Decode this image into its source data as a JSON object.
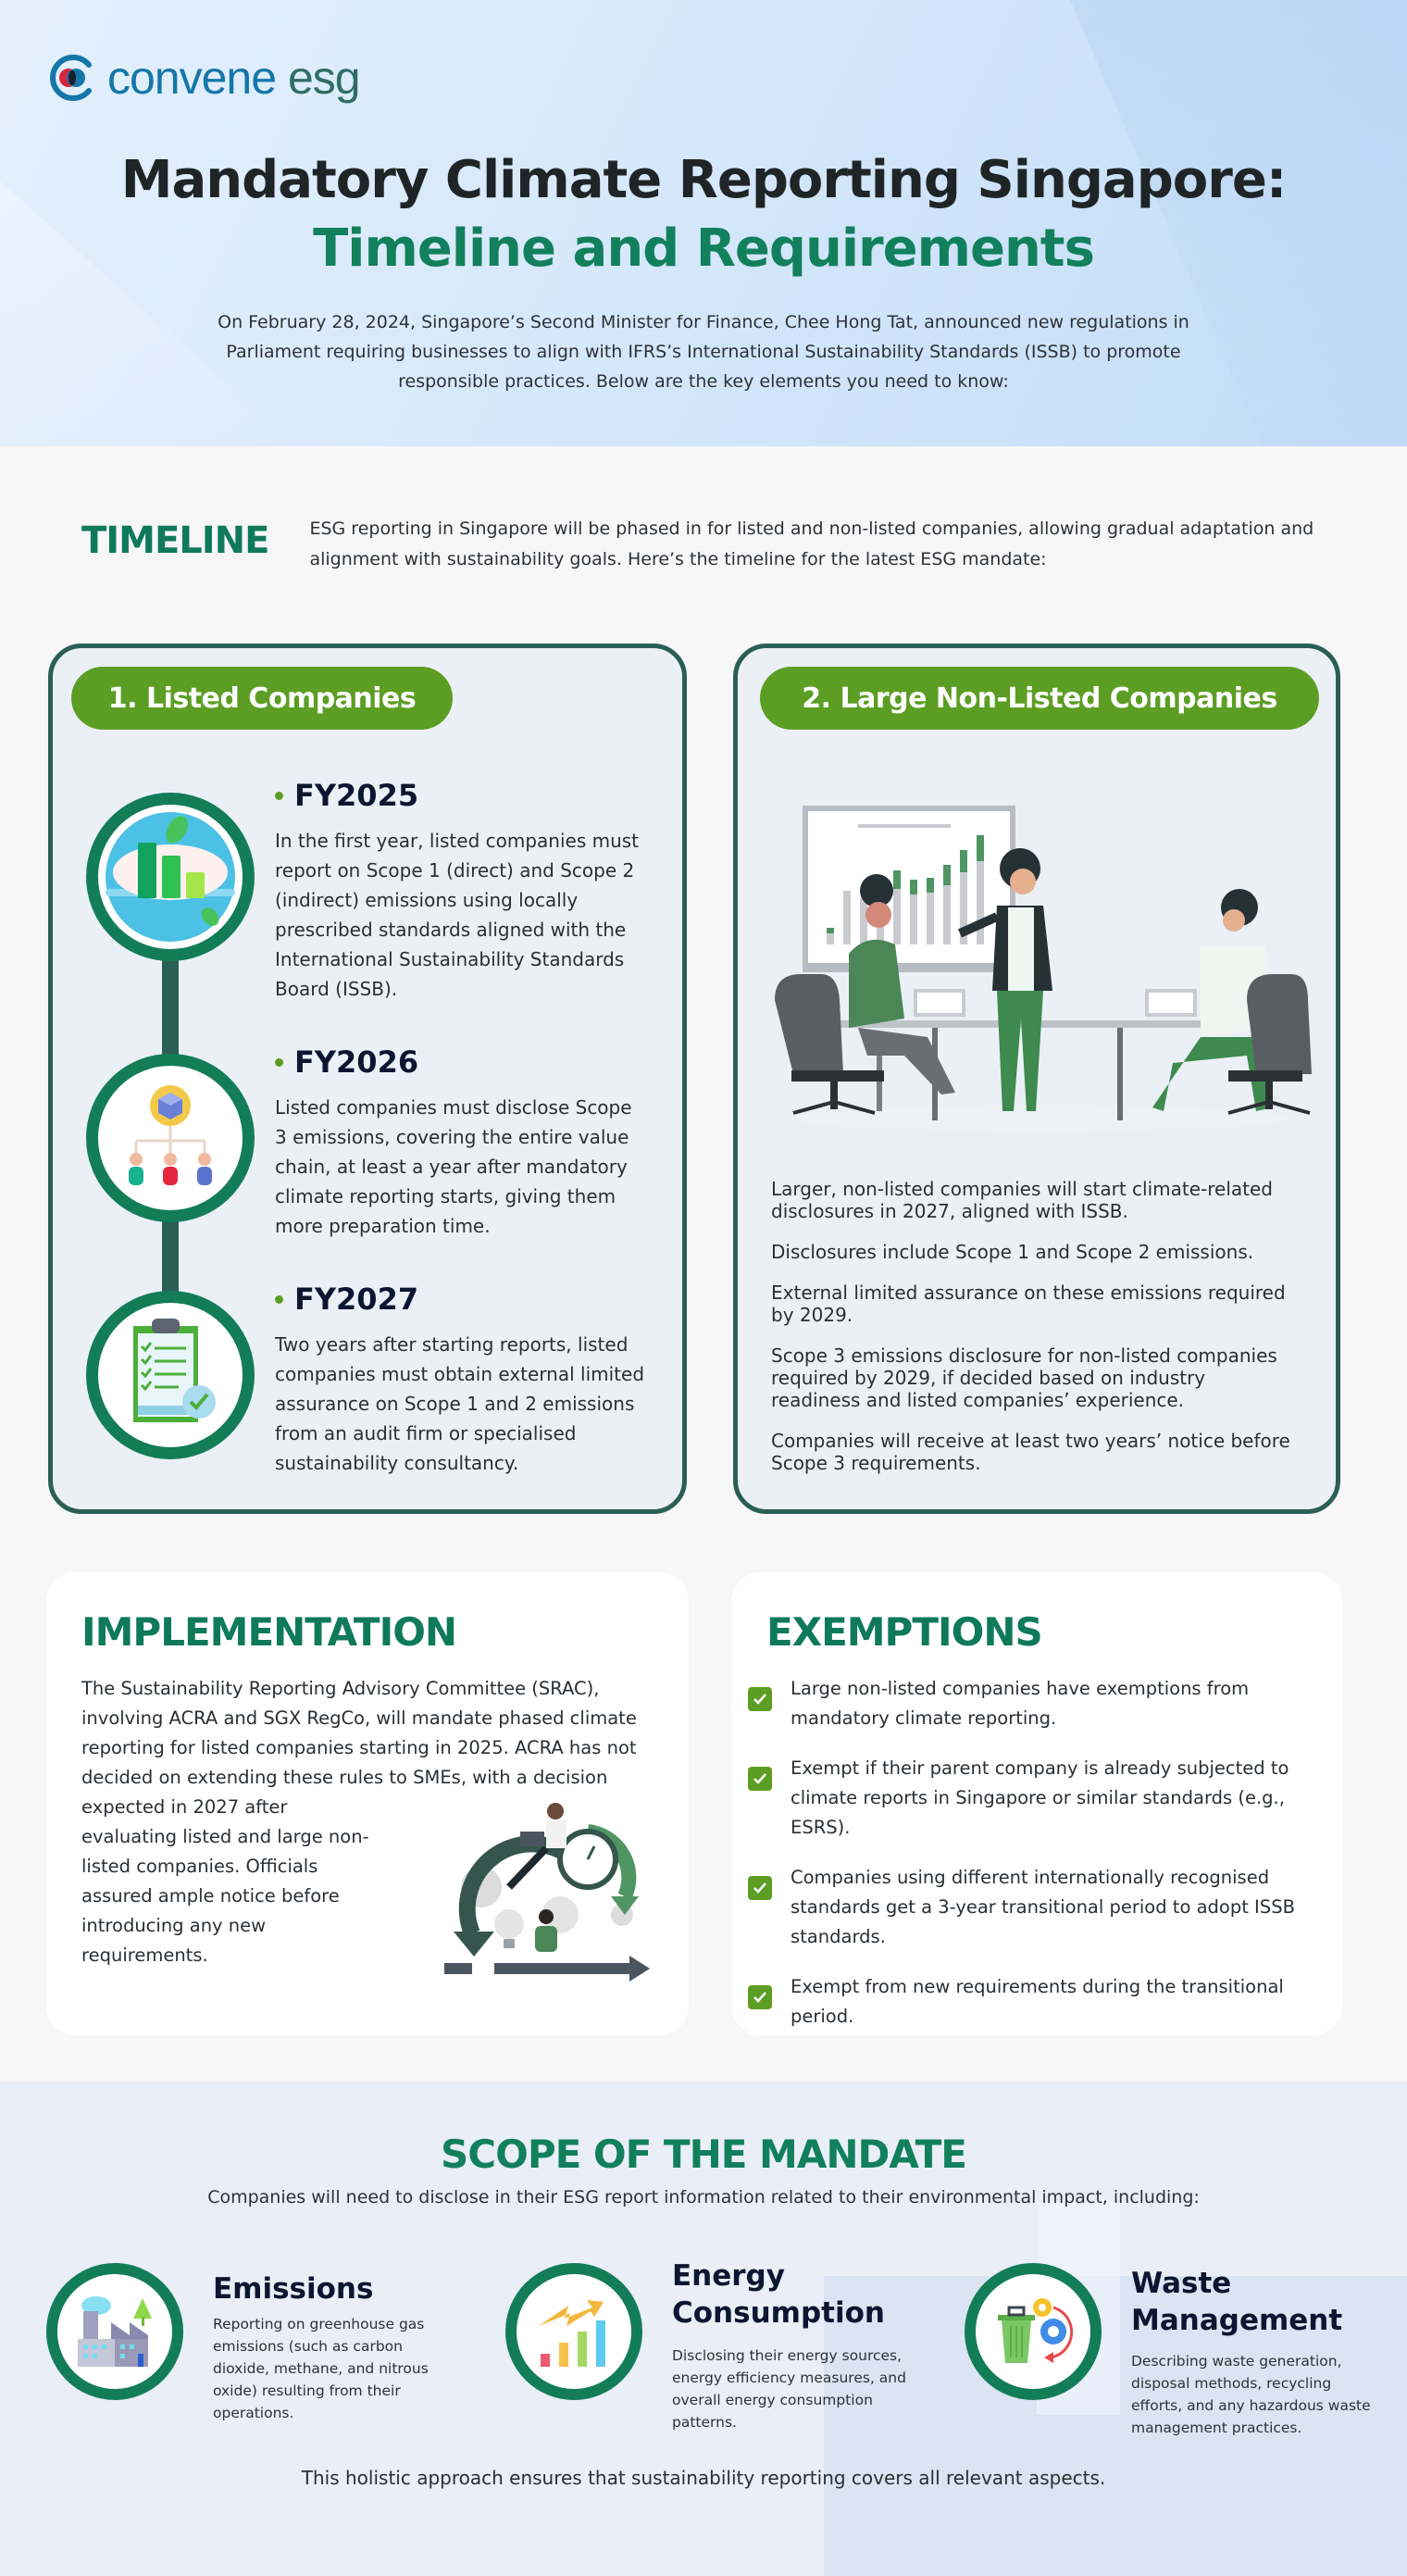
{
  "brand": {
    "name_part1": "convene",
    "name_part2": " esg",
    "colors": {
      "blue": "#1577a8",
      "teal": "#2f6f62",
      "red": "#d9263a"
    }
  },
  "hero": {
    "title_line1": "Mandatory Climate Reporting Singapore:",
    "title_line2": "Timeline and Requirements",
    "intro": "On February 28, 2024, Singapore’s Second Minister for Finance, Chee Hong Tat, announced new regulations in Parliament requiring businesses to align with IFRS’s International Sustainability Standards (ISSB) to promote responsible practices. Below are the key elements you need to know:"
  },
  "timeline": {
    "heading": "TIMELINE",
    "intro": "ESG reporting in Singapore will be phased in for listed and non-listed companies, allowing gradual adaptation and alignment with sustainability goals. Here’s the timeline for the latest ESG mandate:",
    "listed": {
      "title": "1. Listed Companies",
      "items": [
        {
          "year": "FY2025",
          "icon": "cloud-bar-chart-icon",
          "text": "In the first year, listed companies must report on Scope 1 (direct) and Scope 2 (indirect) emissions using locally prescribed standards aligned with the International Sustainability Standards Board (ISSB)."
        },
        {
          "year": "FY2026",
          "icon": "value-chain-network-icon",
          "text": "Listed companies must disclose Scope 3 emissions, covering the entire value chain, at least a year after mandatory climate reporting starts, giving them more preparation time."
        },
        {
          "year": "FY2027",
          "icon": "checklist-clipboard-icon",
          "text": "Two years after starting reports, listed companies must obtain external limited assurance on Scope 1 and 2 emissions from an audit firm or specialised sustainability consultancy."
        }
      ]
    },
    "non_listed": {
      "title": "2. Large Non-Listed Companies",
      "points": [
        "Larger, non-listed companies will start climate-related disclosures in 2027, aligned with ISSB.",
        "Disclosures include Scope 1 and Scope 2 emissions.",
        "External limited assurance on these emissions required by 2029.",
        "Scope 3 emissions disclosure for non-listed companies required by 2029, if decided based on industry readiness and listed companies’ experience.",
        "Companies will receive at least two years’ notice before Scope 3 requirements."
      ]
    }
  },
  "implementation": {
    "heading": "IMPLEMENTATION",
    "para1": "The Sustainability Reporting Advisory Committee (SRAC), involving ACRA and SGX RegCo, will mandate phased climate reporting for listed companies starting in 2025. ACRA has not decided on extending these rules to SMEs, with a decision",
    "para2": "expected in 2027 after evaluating listed and large non-listed companies. Officials assured ample notice before introducing any new requirements."
  },
  "exemptions": {
    "heading": "EXEMPTIONS",
    "items": [
      "Large non-listed companies have exemptions from mandatory climate reporting.",
      "Exempt if their parent company is already subjected to climate reports in Singapore or similar standards (e.g., ESRS).",
      "Companies using different internationally recognised standards get a 3-year transitional period to adopt ISSB standards.",
      "Exempt from new requirements during the transitional period."
    ]
  },
  "scope": {
    "heading": "SCOPE OF THE MANDATE",
    "subtitle": "Companies will need to disclose in their ESG report information related to their environmental impact, including:",
    "items": [
      {
        "title": "Emissions",
        "icon": "factory-icon",
        "text": "Reporting on greenhouse gas emissions (such as carbon dioxide, methane, and nitrous oxide) resulting from their operations."
      },
      {
        "title": "Energy Consumption",
        "icon": "energy-chart-icon",
        "text": "Disclosing their energy sources, energy efficiency measures, and overall energy consumption patterns."
      },
      {
        "title": "Waste Management",
        "icon": "recycle-bin-icon",
        "text": "Describing waste generation, disposal methods, recycling efforts, and any hazardous waste management practices."
      }
    ],
    "footer": "This holistic approach ensures that sustainability reporting covers all relevant aspects."
  },
  "colors": {
    "primary_green": "#12805d",
    "pill_green": "#5c9e23",
    "border_teal": "#2b5f55",
    "dark_text": "#0d1630"
  }
}
